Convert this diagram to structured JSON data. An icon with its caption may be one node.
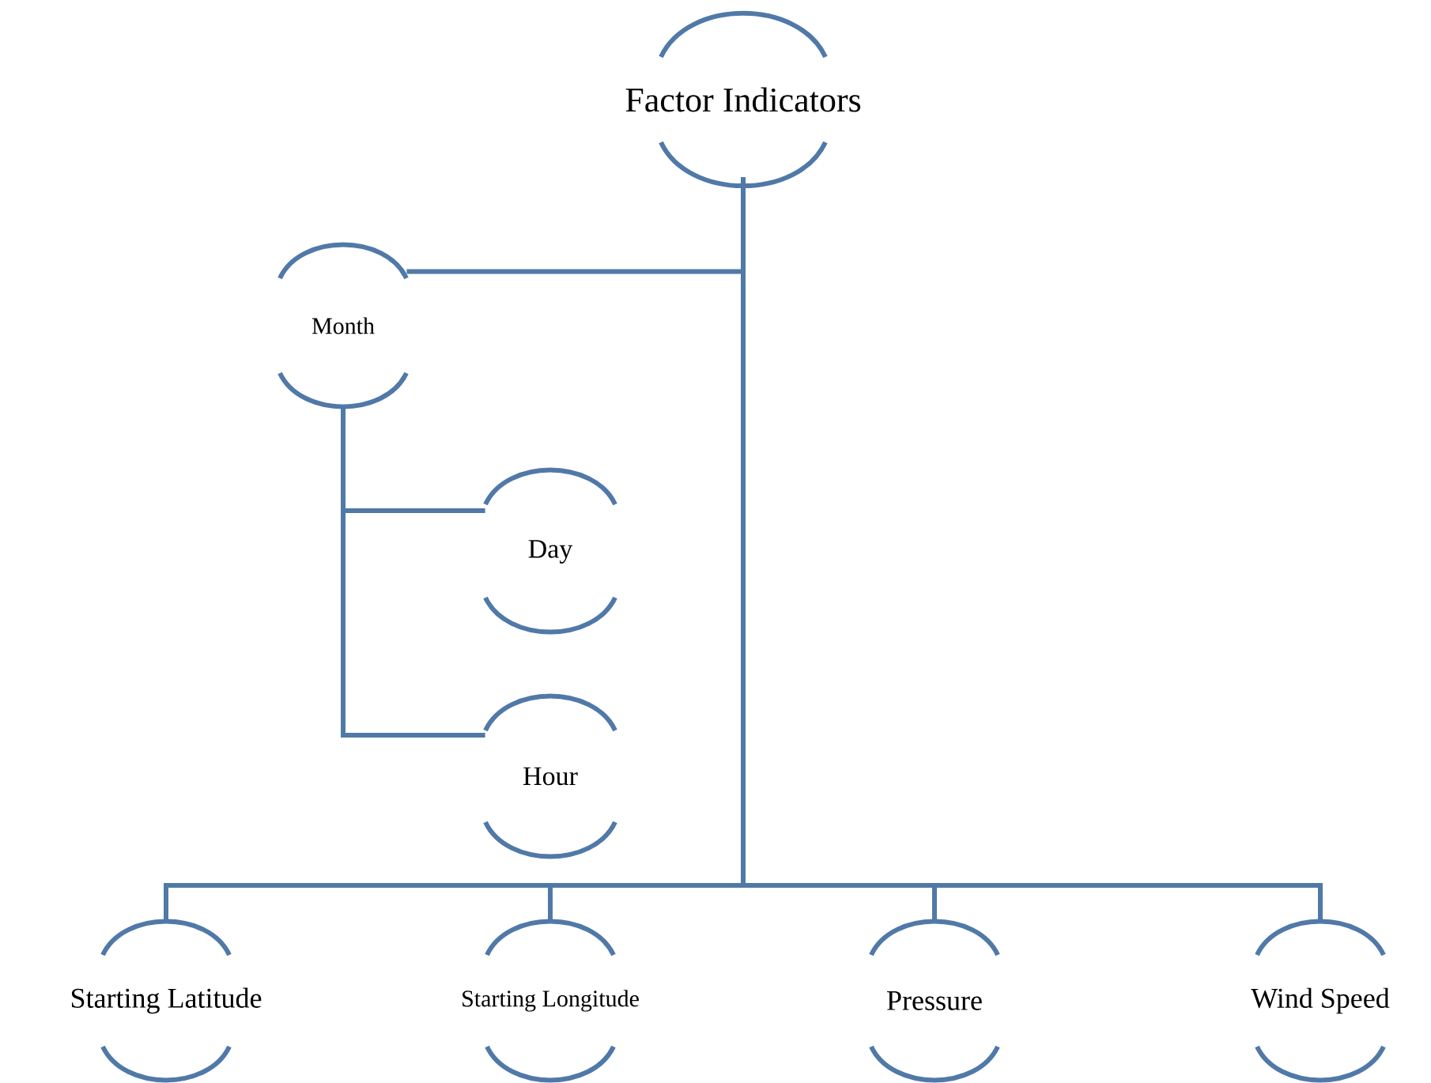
{
  "diagram": {
    "nodes": [
      {
        "text": [
          "Factor Indicators"
        ]
      },
      {
        "text": [
          "Month"
        ]
      },
      {
        "text": [
          "Day"
        ]
      },
      {
        "text": [
          "Hour"
        ]
      },
      {
        "text": [
          "Starting Latitude"
        ]
      },
      {
        "text": [
          "Starting Longitude"
        ]
      },
      {
        "text": [
          "Pressure"
        ]
      },
      {
        "text": [
          "Wind Speed"
        ]
      }
    ],
    "edges": [
      {
        "from": 0,
        "to": 1,
        "arrow": "none"
      },
      {
        "from": 1,
        "to": 2,
        "arrow": "none"
      },
      {
        "from": 1,
        "to": 3,
        "arrow": "none"
      },
      {
        "from": 0,
        "to": 4,
        "arrow": "none"
      },
      {
        "from": 0,
        "to": 5,
        "arrow": "none"
      },
      {
        "from": 0,
        "to": 6,
        "arrow": "none"
      },
      {
        "from": 0,
        "to": 7,
        "arrow": "none"
      }
    ]
  }
}
